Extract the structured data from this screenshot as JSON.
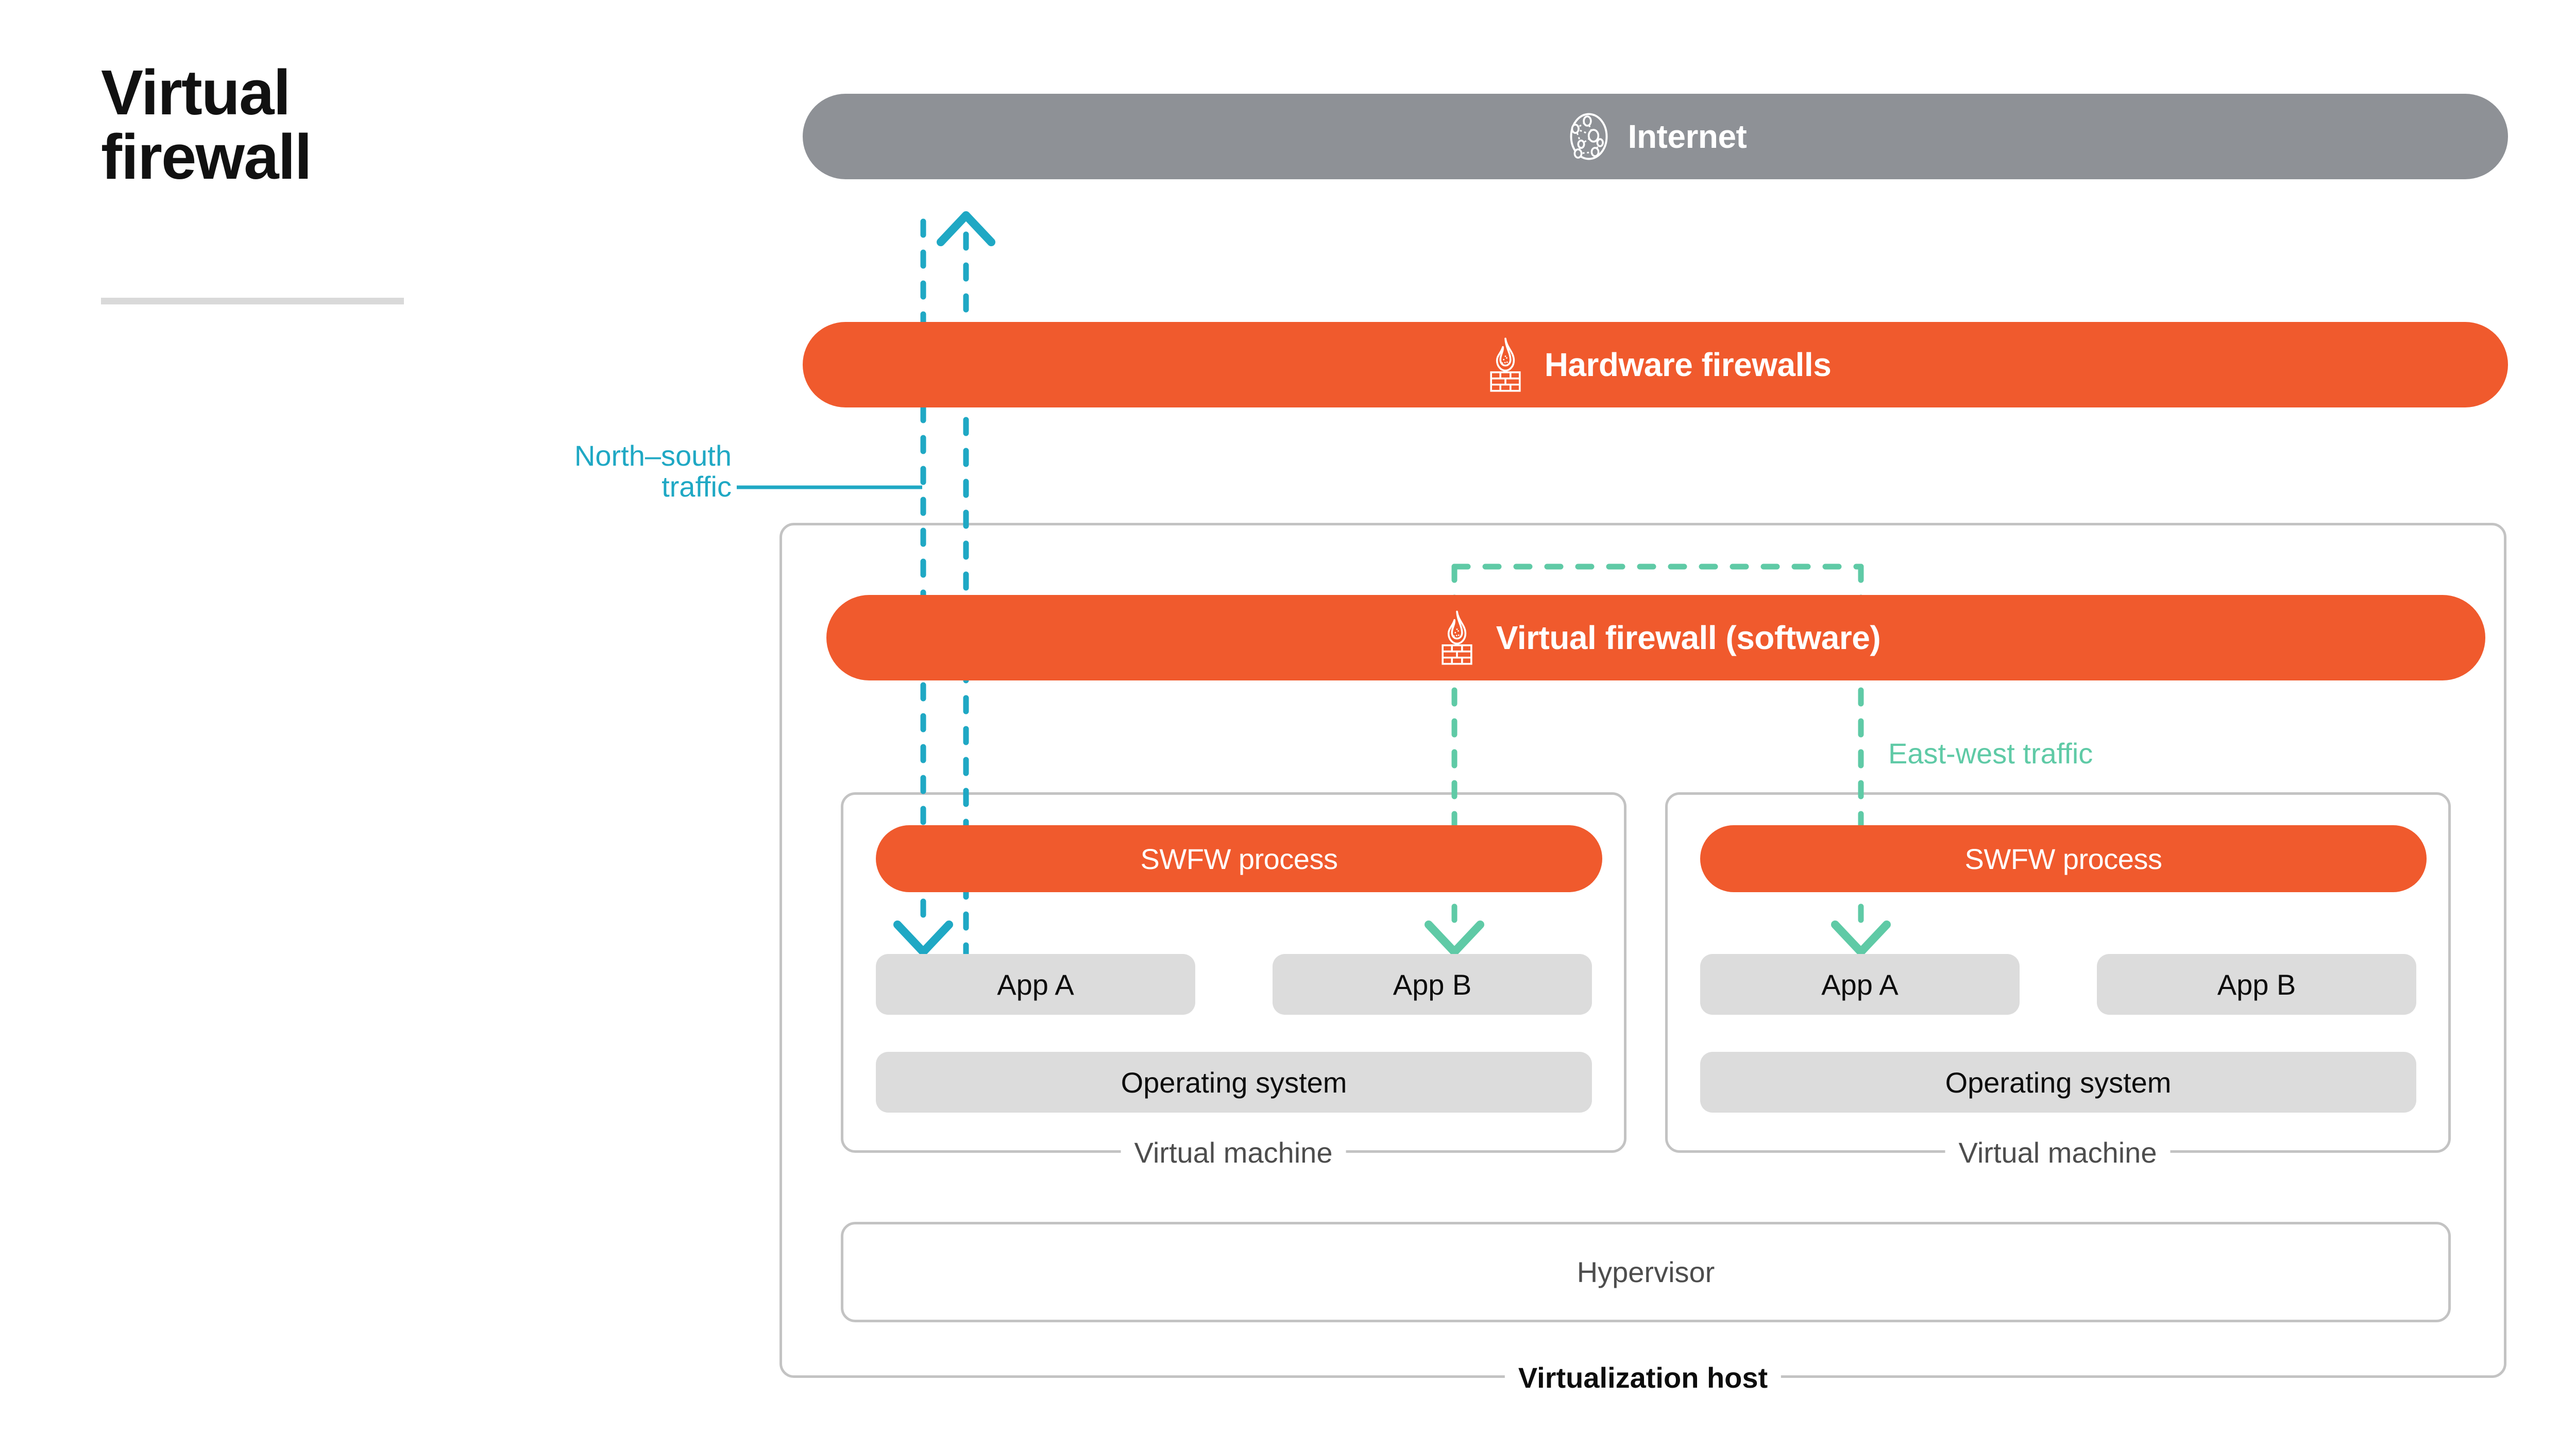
{
  "title": {
    "text": "Virtual\nfirewall"
  },
  "bars": {
    "internet": {
      "label": "Internet",
      "icon": "network-globe-icon",
      "color": "#8e9196",
      "text_color": "#ffffff"
    },
    "hardware_firewalls": {
      "label": "Hardware firewalls",
      "icon": "firewall-flame-brick-icon",
      "color": "#f05a2d",
      "text_color": "#ffffff"
    },
    "virtual_firewall": {
      "label": "Virtual firewall (software)",
      "icon": "firewall-flame-brick-icon",
      "color": "#f05a2d",
      "text_color": "#ffffff"
    }
  },
  "traffic": {
    "north_south": {
      "label": "North–south\ntraffic",
      "color": "#1fa8c4"
    },
    "east_west": {
      "label": "East-west traffic",
      "color": "#5fcaa6"
    }
  },
  "host": {
    "label": "Virtualization host",
    "hypervisor_label": "Hypervisor",
    "border_color": "#c3c3c3"
  },
  "virtual_machines": [
    {
      "label": "Virtual machine",
      "swfw_label": "SWFW process",
      "apps": [
        "App A",
        "App B"
      ],
      "os_label": "Operating system"
    },
    {
      "label": "Virtual machine",
      "swfw_label": "SWFW process",
      "apps": [
        "App A",
        "App B"
      ],
      "os_label": "Operating system"
    }
  ],
  "colors": {
    "orange": "#f05a2d",
    "grey_bar": "#8e9196",
    "grey_pill": "#dcdcdc",
    "teal": "#1fa8c4",
    "mint": "#5fcaa6",
    "outline": "#c3c3c3"
  }
}
